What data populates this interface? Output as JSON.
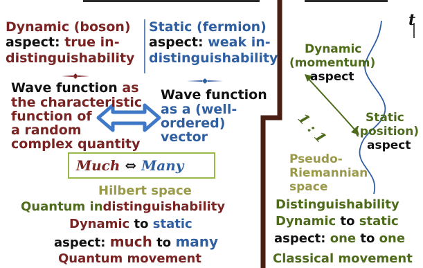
{
  "left": {
    "boson_title": "Dynamic (boson)",
    "boson_line2_a": "aspect:",
    "boson_line2_b": "true in-",
    "boson_line3": "distinguishability",
    "fermion_title": "Static (fermion)",
    "fermion_line2_a": "aspect:",
    "fermion_line2_b": "weak in-",
    "fermion_line3": "distinguishability",
    "wf_left_1a": "Wave function",
    "wf_left_1b": "as",
    "wf_left_2": "the characteristic",
    "wf_left_3": "function of",
    "wf_left_4": "a random",
    "wf_left_5": "complex quantity",
    "wf_right_1": "Wave function",
    "wf_right_2": "as a (well-",
    "wf_right_3": "ordered)",
    "wf_right_4": "vector",
    "box_much": "Much",
    "box_arrow": "⇔",
    "box_many": "Many",
    "hilbert": "Hilbert space",
    "qi_a": "Quantum in",
    "qi_b": "distinguishability",
    "d2s_a": "Dynamic",
    "d2s_b": "to",
    "d2s_c": "static",
    "asp_a": "aspect:",
    "asp_b": "much",
    "asp_c": "to",
    "asp_d": "many",
    "qmove": "Quantum movement"
  },
  "right": {
    "t_label": "t",
    "dyn1": "Dynamic",
    "dyn2": "(momentum)",
    "dyn3": "aspect",
    "ratio": "1 : 1",
    "stat1": "Static",
    "stat2": "(position)",
    "stat3": "aspect",
    "pseudo1": "Pseudo-",
    "pseudo2": "Riemannian",
    "pseudo3": "space",
    "disting": "Distinguishability",
    "d2s_a": "Dynamic",
    "d2s_b": "to",
    "d2s_c": "static",
    "asp_a": "aspect:",
    "asp_b": "one",
    "asp_c": "to",
    "asp_d": "one",
    "cmove": "Classical movement"
  },
  "colors": {
    "brown": "#7a2323",
    "blue": "#2f5fa0",
    "olive": "#4e6b1c",
    "khaki": "#9a9a4a",
    "divider": "#4a1e12",
    "box_border": "#9ab84a"
  }
}
